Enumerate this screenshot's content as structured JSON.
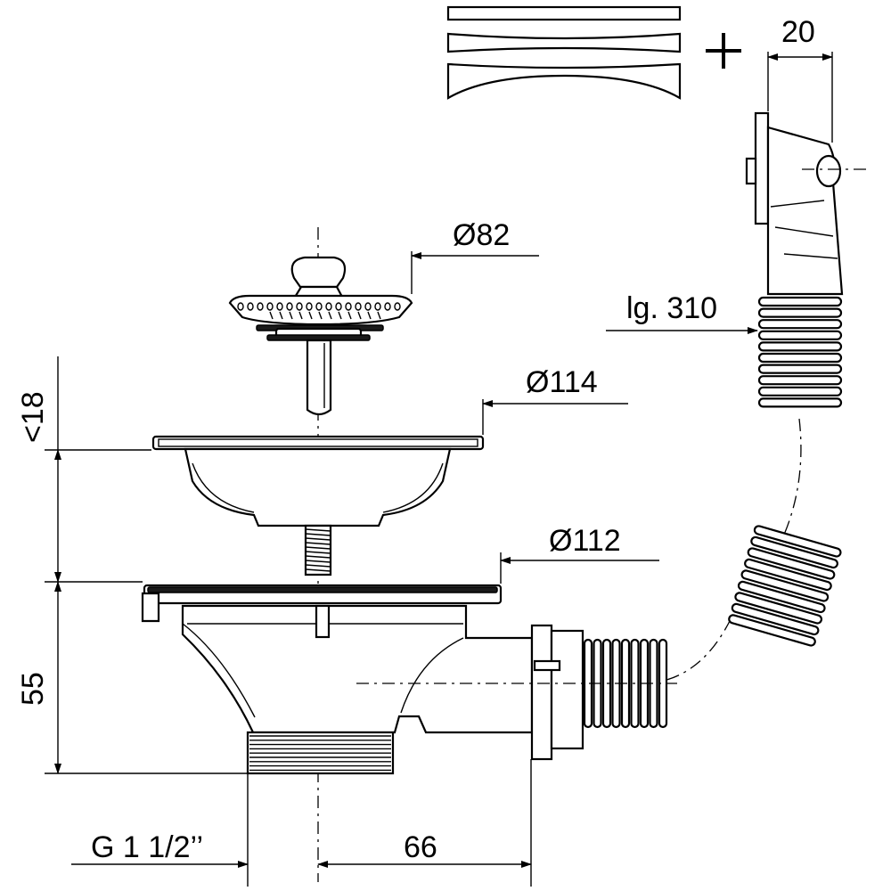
{
  "dimensions": {
    "strainer_diameter": "Ø82",
    "flange_diameter": "Ø114",
    "basket_seat_diameter": "Ø112",
    "strainer_height": "<18",
    "body_height": "55",
    "thread_size": "G 1 1/2’’",
    "outlet_offset": "66",
    "overflow_width": "20",
    "hose_length": "lg. 310"
  },
  "colors": {
    "line": "#000000",
    "background": "#ffffff"
  }
}
